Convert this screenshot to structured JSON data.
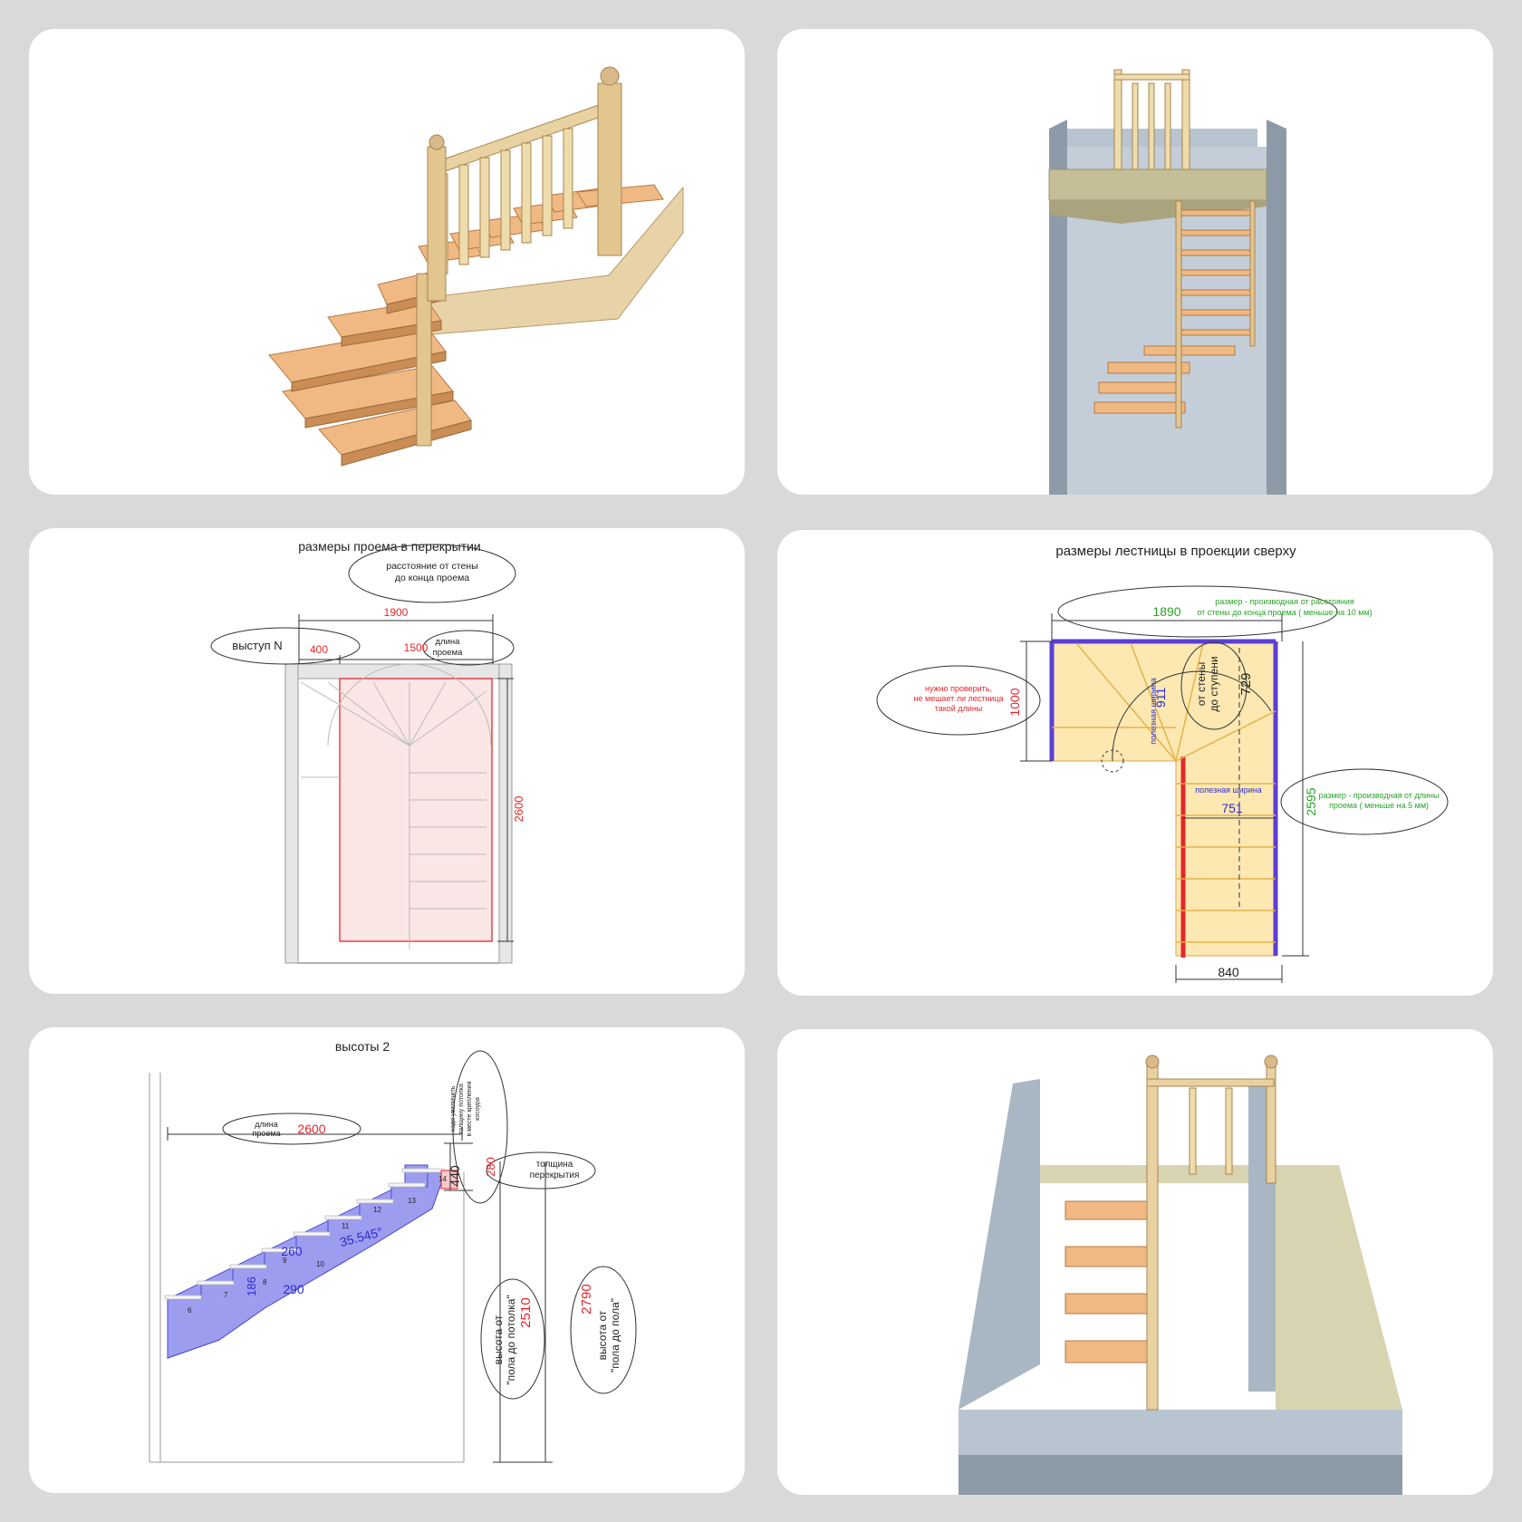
{
  "colors": {
    "page_bg": "#d9d9d9",
    "card_bg": "#ffffff",
    "wood": "#f0b984",
    "wood_dark": "#c98d55",
    "wall": "#a9b6c3",
    "dim_red": "#e3262a",
    "dim_blue": "#2b2bd0",
    "dim_green": "#27a327",
    "riser_fill": "#9d9df0",
    "plan_fill": "#fde8b2"
  },
  "panels": {
    "render_iso": {
      "icon": "staircase-render-icon"
    },
    "render_front": {
      "icon": "staircase-in-shaft-render-icon"
    },
    "render_top": {
      "icon": "staircase-top-view-render-icon"
    },
    "opening": {
      "title": "размеры проема в перекрытии",
      "note_wall": "расстояние от стены до конца проема",
      "note_wall_l1": "расстояние от стены",
      "note_wall_l2": "до конца проема",
      "dim_total": "1900",
      "ledge_label": "выступ N",
      "dim_ledge": "400",
      "dim_len": "1500",
      "len_label_l1": "длина",
      "len_label_l2": "проема",
      "dim_depth": "2600"
    },
    "plan": {
      "title": "размеры лестницы в проекции сверху",
      "dim_top": "1890",
      "note_top_l1": "размер - производная от расстояния",
      "note_top_l2": "от стены до конца проема ( меньше на 10 мм)",
      "dim_left": "1000",
      "note_left_l1": "нужно проверить,",
      "note_left_l2": "не мешает ли лестница",
      "note_left_l3": "такой длины",
      "dim_911": "911",
      "useful_label": "полезная ширина",
      "wall_note_l1": "от стены",
      "wall_note_l2": "до ступени",
      "dim_729": "729",
      "dim_751": "751",
      "dim_right": "2595",
      "note_right_l1": "размер - производная от длины",
      "note_right_l2": "проема ( меньше на 5 мм)",
      "dim_bottom": "840"
    },
    "heights": {
      "title": "высоты 2",
      "len_label_l1": "длина",
      "len_label_l2": "проема",
      "dim_len": "2600",
      "ceiling_note_l1": "надо увеличить",
      "ceiling_note_l2": "толщину потолка",
      "ceiling_note_l3": "в месте крепления",
      "ceiling_note_l4": "косоура",
      "dim_440": "440",
      "dim_slab": "280",
      "slab_label_l1": "толщина",
      "slab_label_l2": "перекрытия",
      "dim_going": "260",
      "dim_angle": "35.545°",
      "dim_riser": "186",
      "dim_tread": "290",
      "step_numbers": [
        "6",
        "7",
        "8",
        "9",
        "10",
        "11",
        "12",
        "13",
        "14"
      ],
      "floor_ceiling_label_l1": "высота от",
      "floor_ceiling_label_l2": "\"пола до потолка\"",
      "dim_floor_ceiling": "2510",
      "floor_floor_label_l1": "высота от",
      "floor_floor_label_l2": "\"пола до пола\"",
      "dim_floor_floor": "2790"
    }
  }
}
